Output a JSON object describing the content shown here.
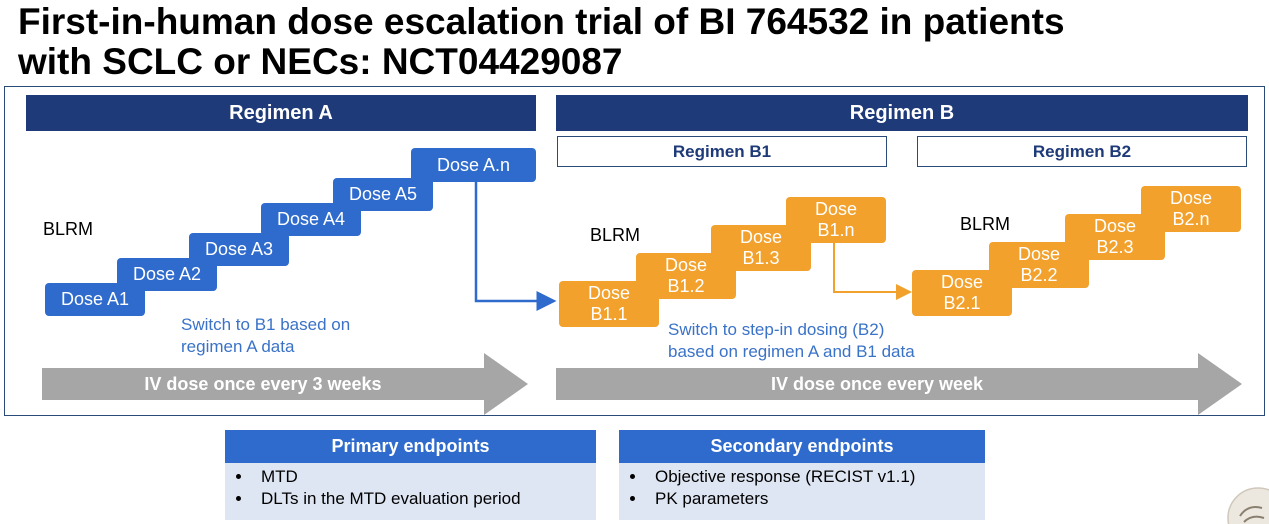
{
  "title_line1": "First-in-human dose escalation trial of BI 764532 in patients",
  "title_line2": "with SCLC or NECs: NCT04429087",
  "regimen_a": {
    "header": "Regimen A",
    "blrm": "BLRM",
    "steps": [
      "Dose A1",
      "Dose A2",
      "Dose A3",
      "Dose A4",
      "Dose A5",
      "Dose A.n"
    ],
    "note_line1": "Switch to B1 based on",
    "note_line2": "regimen A data",
    "schedule": "IV dose once every 3 weeks"
  },
  "regimen_b": {
    "header": "Regimen B",
    "schedule": "IV dose once every week",
    "b1": {
      "header": "Regimen B1",
      "blrm": "BLRM",
      "steps": [
        [
          "Dose",
          "B1.1"
        ],
        [
          "Dose",
          "B1.2"
        ],
        [
          "Dose",
          "B1.3"
        ],
        [
          "Dose",
          "B1.n"
        ]
      ]
    },
    "b2": {
      "header": "Regimen B2",
      "blrm": "BLRM",
      "steps": [
        [
          "Dose",
          "B2.1"
        ],
        [
          "Dose",
          "B2.2"
        ],
        [
          "Dose",
          "B2.3"
        ],
        [
          "Dose",
          "B2.n"
        ]
      ]
    },
    "note_line1": "Switch to step-in dosing (B2)",
    "note_line2": "based on regimen A and B1 data"
  },
  "primary": {
    "header": "Primary endpoints",
    "items": [
      "MTD",
      "DLTs in the MTD evaluation period"
    ]
  },
  "secondary": {
    "header": "Secondary endpoints",
    "items": [
      "Objective response (RECIST v1.1)",
      "PK parameters"
    ]
  },
  "colors": {
    "navy": "#1e3a78",
    "blue": "#2f6bcc",
    "orange": "#f2a12c",
    "grey": "#a6a6a6"
  }
}
